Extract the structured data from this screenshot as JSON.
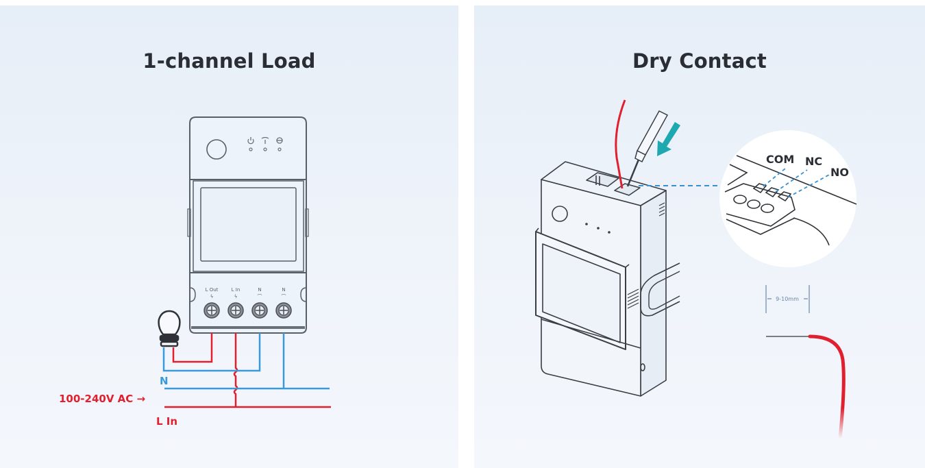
{
  "left_panel": {
    "title": "1-channel Load",
    "device": {
      "indicator_icons": [
        "power-icon",
        "wifi-icon",
        "sensor-icon"
      ],
      "terminals": [
        {
          "label": "L Out",
          "symbol": "ϟ",
          "wire": "live"
        },
        {
          "label": "L In",
          "symbol": "ϟ",
          "wire": "live"
        },
        {
          "label": "N",
          "symbol": "⌒",
          "wire": "neutral"
        },
        {
          "label": "N",
          "symbol": "⌒",
          "wire": "neutral"
        }
      ]
    },
    "load_icon": "light-bulb-icon",
    "labels": {
      "neutral": "N",
      "supply": "100-240V AC →",
      "live": "L In"
    },
    "colors": {
      "live": "#e0202e",
      "neutral": "#3a9ad9",
      "title": "#2a2d33",
      "outline": "#5a5f66"
    }
  },
  "right_panel": {
    "title": "Dry Contact",
    "callout_labels": [
      "COM",
      "NC",
      "NO"
    ],
    "strip_length": "9-10mm",
    "arrow_icon": "push-arrow-icon",
    "tool_icon": "screwdriver-icon",
    "colors": {
      "arrow": "#1ea8b0",
      "wire": "#e0202e",
      "callout_line": "#3a8fd0",
      "dimension": "#6a86a8"
    }
  }
}
